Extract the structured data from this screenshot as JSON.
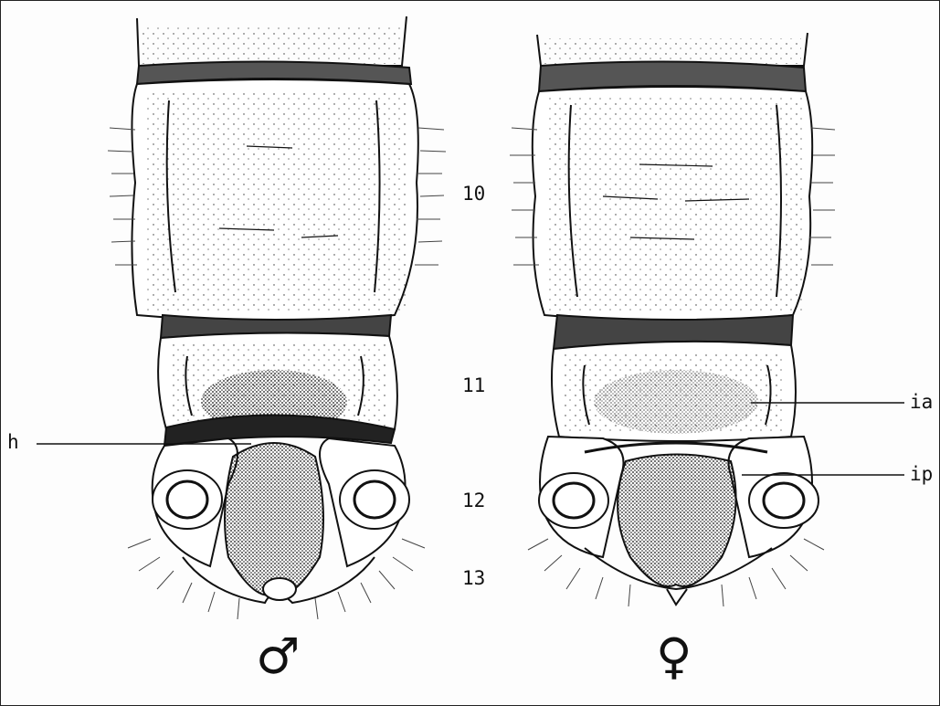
{
  "segment_labels": [
    "10",
    "11",
    "12",
    "13"
  ],
  "callouts": {
    "left": "h",
    "right_upper": "ia",
    "right_lower": "ip"
  },
  "sex_symbols": {
    "male": "♂",
    "female": "♀"
  }
}
